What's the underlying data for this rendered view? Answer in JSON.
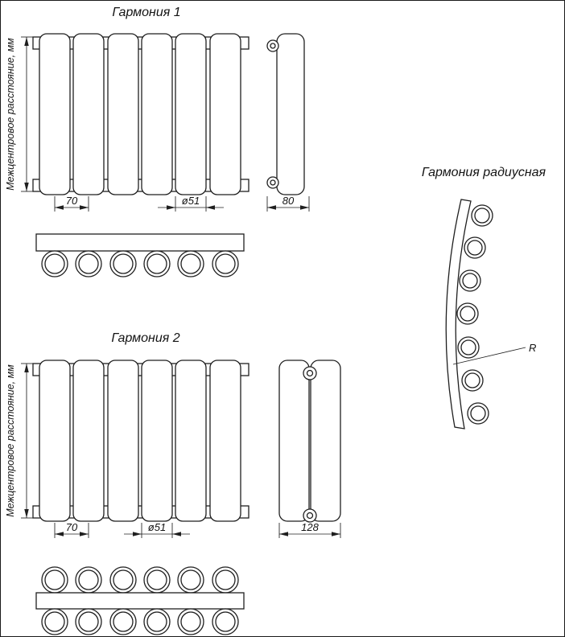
{
  "page": {
    "background": "#ffffff",
    "line_color": "#1f1f1f"
  },
  "harmony1": {
    "title": "Гармония 1",
    "axis_label": "Межцентровое расстояние, мм",
    "tube_count": 6,
    "dims": {
      "pitch": "70",
      "diameter": "ø51",
      "depth": "80"
    }
  },
  "harmony2": {
    "title": "Гармония 2",
    "axis_label": "Межцентровое расстояние, мм",
    "tube_count": 6,
    "dims": {
      "pitch": "70",
      "diameter": "ø51",
      "depth": "128"
    }
  },
  "harmony_radius": {
    "title": "Гармония радиусная",
    "ring_count": 7,
    "dims": {
      "radius": "R"
    }
  }
}
